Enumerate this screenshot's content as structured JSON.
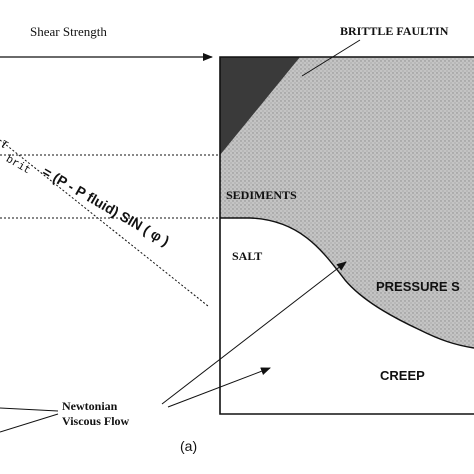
{
  "labels": {
    "shear_strength": "Shear Strength",
    "brittle_faulting": "BRITTLE FAULTIN",
    "sediments": "SEDIMENTS",
    "salt": "SALT",
    "pressure": "PRESSURE S",
    "creep": "CREEP",
    "newtonian_line1": "Newtonian",
    "newtonian_line2": "Viscous Flow",
    "caption": "(a)"
  },
  "formula": {
    "tau": "τ",
    "subscript": "brit",
    "equation": "= (P - P fluid) SIN ( φ )"
  },
  "colors": {
    "stipple_fill": "#b9b9b9",
    "dark_fill": "#3a3a3a",
    "ink": "#111111"
  }
}
